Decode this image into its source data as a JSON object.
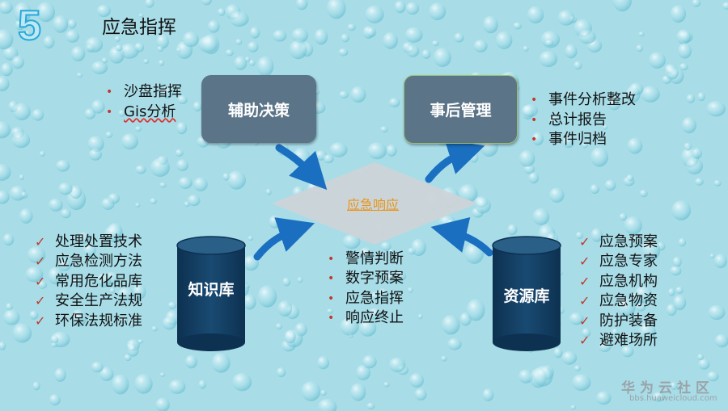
{
  "slide": {
    "number": "5",
    "title": "应急指挥"
  },
  "nodes": {
    "aux_decision": "辅助决策",
    "after_management": "事后管理",
    "center": "应急响应",
    "knowledge_base": "知识库",
    "resource_base": "资源库"
  },
  "sand_list": [
    "沙盘指挥",
    "Gis分析"
  ],
  "after_list": [
    "事件分析整改",
    "总计报告",
    "事件归档"
  ],
  "knowledge_list": [
    "处理处置技术",
    "应急检测方法",
    "常用危化品库",
    "安全生产法规",
    "环保法规标准"
  ],
  "center_list": [
    "警情判断",
    "数字预案",
    "应急指挥",
    "响应终止"
  ],
  "resource_list": [
    "应急预案",
    "应急专家",
    "应急机构",
    "应急物资",
    "防护装备",
    "避难场所"
  ],
  "watermark": {
    "line1": "华为云社区",
    "line2": "bbs.huaweicloud.com"
  },
  "colors": {
    "background": "#a8dde8",
    "box_fill": "#5b7487",
    "cylinder_fill": "#103a5c",
    "diamond_fill": "#ccd4d8",
    "arrow": "#1a6fc0",
    "center_text": "#e8941a",
    "bullet_mark": "#c0392b"
  }
}
